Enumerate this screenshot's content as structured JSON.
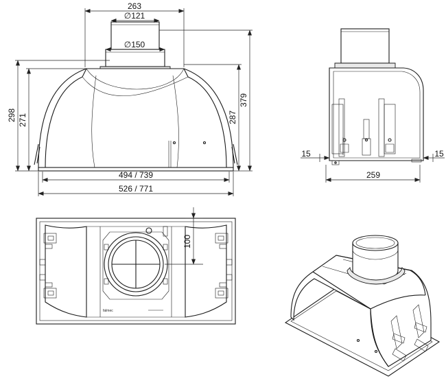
{
  "front_view": {
    "dim_top_width": "263",
    "dim_inner_diameter": "∅121",
    "dim_outer_diameter": "∅150",
    "dim_height_total": "298",
    "dim_height_body": "271",
    "dim_height_right": "287",
    "dim_height_overall": "379",
    "dim_inner_width": "494 / 739",
    "dim_outer_width": "526 / 771"
  },
  "side_view": {
    "dim_left_offset": "15",
    "dim_right_offset": "15",
    "dim_depth": "259"
  },
  "top_view": {
    "dim_offset": "100",
    "brand_text": "falmec"
  },
  "colors": {
    "line": "#1a1a1a",
    "background": "#ffffff"
  }
}
